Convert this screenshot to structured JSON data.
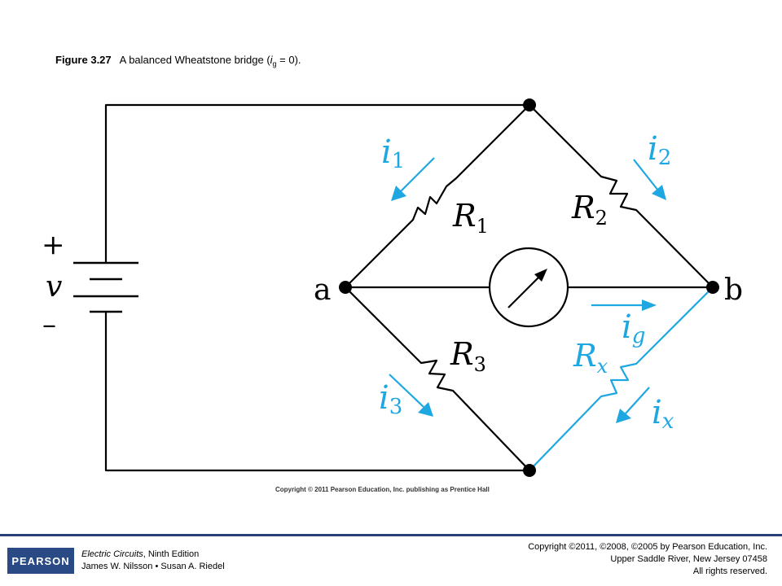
{
  "caption": {
    "figure": "Figure 3.27",
    "text_before": "A balanced Wheatstone bridge (",
    "var": "i",
    "sub": "g",
    "text_after": " = 0)."
  },
  "labels": {
    "plus": "+",
    "minus": "–",
    "v": "v",
    "a": "a",
    "b": "b",
    "R1": "R",
    "R1_sub": "1",
    "R2": "R",
    "R2_sub": "2",
    "R3": "R",
    "R3_sub": "3",
    "Rx": "R",
    "Rx_sub": "x",
    "i1": "i",
    "i1_sub": "1",
    "i2": "i",
    "i2_sub": "2",
    "i3": "i",
    "i3_sub": "3",
    "ix": "i",
    "ix_sub": "x",
    "ig": "i",
    "ig_sub": "g"
  },
  "colors": {
    "wire": "#000000",
    "accent": "#1ea7e1"
  },
  "credit": "Copyright © 2011 Pearson Education, Inc. publishing as Prentice Hall",
  "footer": {
    "logo": "PEARSON",
    "book_title": "Electric Circuits",
    "book_edition": ", Ninth Edition",
    "authors": "James W. Nilsson • Susan A. Riedel",
    "copyright_line1": "Copyright ©2011, ©2008, ©2005 by Pearson Education, Inc.",
    "copyright_line2": "Upper Saddle River, New Jersey 07458",
    "copyright_line3": "All rights reserved."
  }
}
